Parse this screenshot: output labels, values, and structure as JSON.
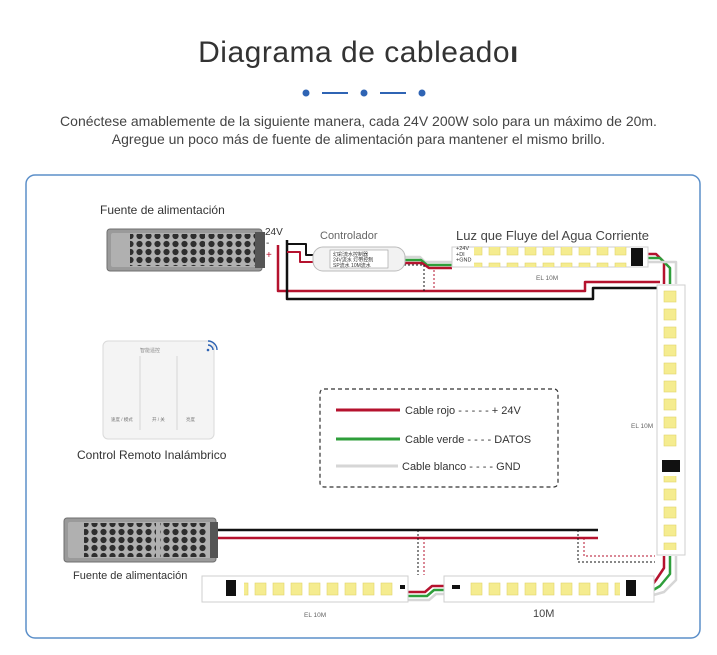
{
  "header": {
    "title": "Diagrama de cableado",
    "title_mark": "ı",
    "subtitle_line1": "Conéctese amablemente de la siguiente manera, cada 24V 200W solo para un máximo de 20m.",
    "subtitle_line2": "Agregue un poco más de fuente de alimentación para mantener el mismo brillo."
  },
  "diagram": {
    "power_supply_top_label": "Fuente de alimentación",
    "power_supply_bottom_label": "Fuente de alimentación",
    "terminal_24v": "24V",
    "terminal_plus": "+",
    "terminal_minus": "-",
    "controller_label": "Controlador",
    "controller_text1": "幻彩流水控制器",
    "controller_text2": "24V流水 灯带控制",
    "controller_text3": "SP流水 10M流水",
    "strip_title": "Luz que Fluye del Agua Corriente",
    "strip_top_pins": "+24V\n+DI\n+GND",
    "strip_top_length": "EL 10M",
    "strip_right_length": "EL 10M",
    "strip_bottom_left_length": "EL 10M",
    "strip_bottom_right_length": "10M",
    "remote_label": "Control Remoto Inalámbrico",
    "remote_brand": "智能遥控",
    "remote_key1": "速度 / 模式",
    "remote_key2": "开 / 关",
    "remote_key3": "亮度",
    "legend_red": "Cable rojo - - - - - + 24V",
    "legend_green": "Cable verde - - - - DATOS",
    "legend_white": "Cable blanco - - - - GND"
  },
  "colors": {
    "red_wire": "#b5122e",
    "green_wire": "#2e9e3a",
    "white_wire": "#d6d6d6",
    "frame": "#5b8fc9",
    "accent": "#2f64b4",
    "led": "#f5ec8f"
  }
}
